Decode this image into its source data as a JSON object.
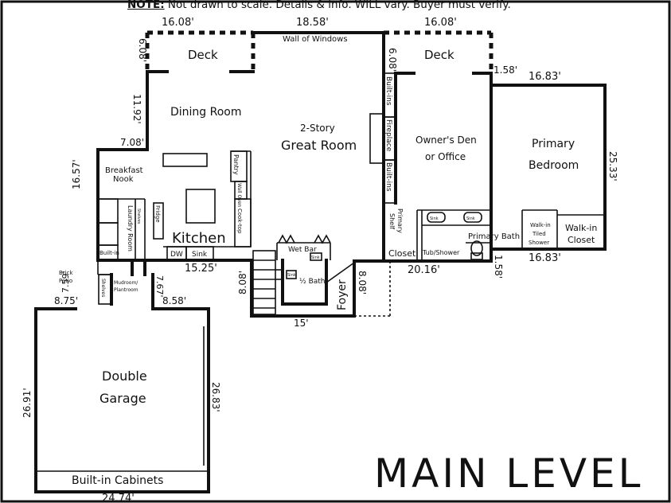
{
  "note": {
    "prefix": "NOTE:",
    "text": " Not drawn to scale. Details & info. WILL vary.  Buyer must verify."
  },
  "title": "MAIN LEVEL",
  "dimensions": {
    "deck_left_width": "16.08'",
    "wall_of_windows_width": "18.58'",
    "deck_right_width": "16.08'",
    "deck_left_depth": "6.08'",
    "deck_right_depth": "6.08'",
    "dining_depth": "11.92'",
    "dining_offset": "7.08'",
    "primary_top_width": "16.83'",
    "primary_bottom_width": "16.83'",
    "primary_offset_top": "1.58'",
    "primary_offset_bottom": "1.58'",
    "primary_depth": "25.33'",
    "kitchen_depth": "16.57'",
    "kitchen_width": "15.25'",
    "owners_bottom_width": "20.16'",
    "foyer_depth": "8.08'",
    "stair_depth": "8.08'",
    "stair_width": "15'",
    "mudroom_depth": "7.67'",
    "mudroom_width": "8.58'",
    "patio_depth": "7.59'",
    "patio_width": "8.75'",
    "garage_left_depth": "26.91'",
    "garage_right_depth": "26.83'",
    "garage_width": "24.74'"
  },
  "rooms": {
    "deck_left": "Deck",
    "deck_right": "Deck",
    "wall_of_windows": "Wall of Windows",
    "dining": "Dining Room",
    "great_room_1": "2-Story",
    "great_room_2": "Great Room",
    "owners_den_1": "Owner's Den",
    "owners_den_2": "or Office",
    "primary_1": "Primary",
    "primary_2": "Bedroom",
    "builtins_top": "Built-ins",
    "fireplace": "Fireplace",
    "builtins_bottom": "Built-ins",
    "breakfast_1": "Breakfast",
    "breakfast_2": "Nook",
    "pantry": "Pantry",
    "wall_oven": "Wall Oven",
    "fridge": "Fridge",
    "laundry": "Laundry Room",
    "shelves_small": "Shelves",
    "cooktop": "Cook-top",
    "kitchen": "Kitchen",
    "dw": "DW",
    "sink": "Sink",
    "built_in": "Built-in",
    "wet_bar": "Wet Bar",
    "wet_bar_sink": "Sink",
    "half_bath": "½ Bath",
    "half_bath_sink": "Sink",
    "foyer": "Foyer",
    "primary_closet_1": "Primary",
    "primary_closet_2": "Shelf",
    "closet": "Closet",
    "tub_shower": "Tub/Shower",
    "bath_sink_1": "Sink",
    "bath_sink_2": "Sink",
    "primary_bath": "Primary Bath",
    "walkin_shower_1": "Walk-in",
    "walkin_shower_2": "Tiled",
    "walkin_shower_3": "Shower",
    "walkin_closet_1": "Walk-in",
    "walkin_closet_2": "Closet",
    "brick_patio_1": "Brick",
    "brick_patio_2": "Patio",
    "shelves": "Shelves",
    "mudroom_1": "Mudroom/",
    "mudroom_2": "Plantroom",
    "garage_1": "Double",
    "garage_2": "Garage",
    "built_in_cabinets": "Built-in Cabinets"
  }
}
